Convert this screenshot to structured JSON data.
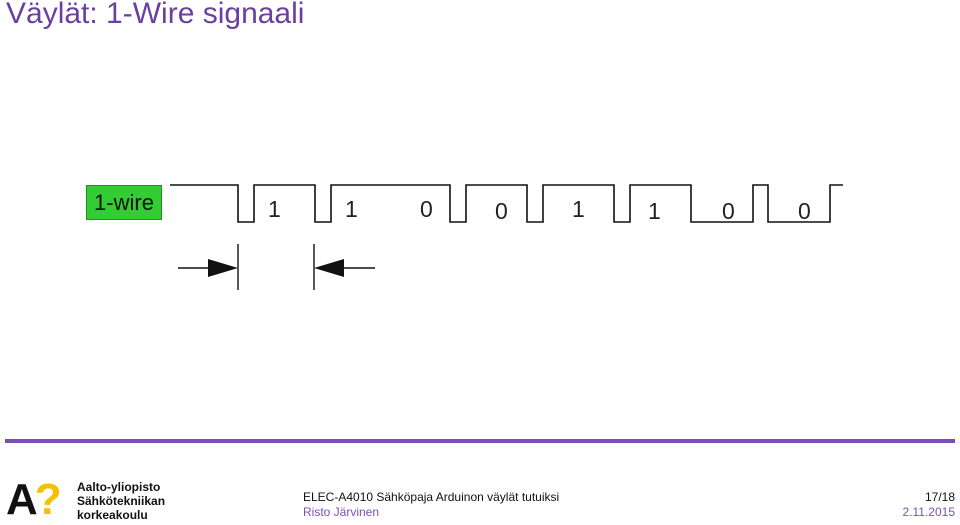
{
  "title": "Väylät: 1-Wire signaali",
  "diagram": {
    "signal_label": "1-wire",
    "bits": [
      "1",
      "1",
      "0",
      "0",
      "1",
      "1",
      "0",
      "0"
    ]
  },
  "footer": {
    "logo_mark": "A",
    "logo_mark_q": "?",
    "logo_line1": "Aalto-yliopisto",
    "logo_line2": "Sähkötekniikan",
    "logo_line3": "korkeakoulu",
    "course": "ELEC-A4010 Sähköpaja Arduinon väylät tutuiksi",
    "author": "Risto Järvinen",
    "page": "17/18",
    "date": "2.11.2015"
  },
  "colors": {
    "accent": "#6a3fa0",
    "rule": "#7b4fb5",
    "label_box": "#33cc33"
  }
}
